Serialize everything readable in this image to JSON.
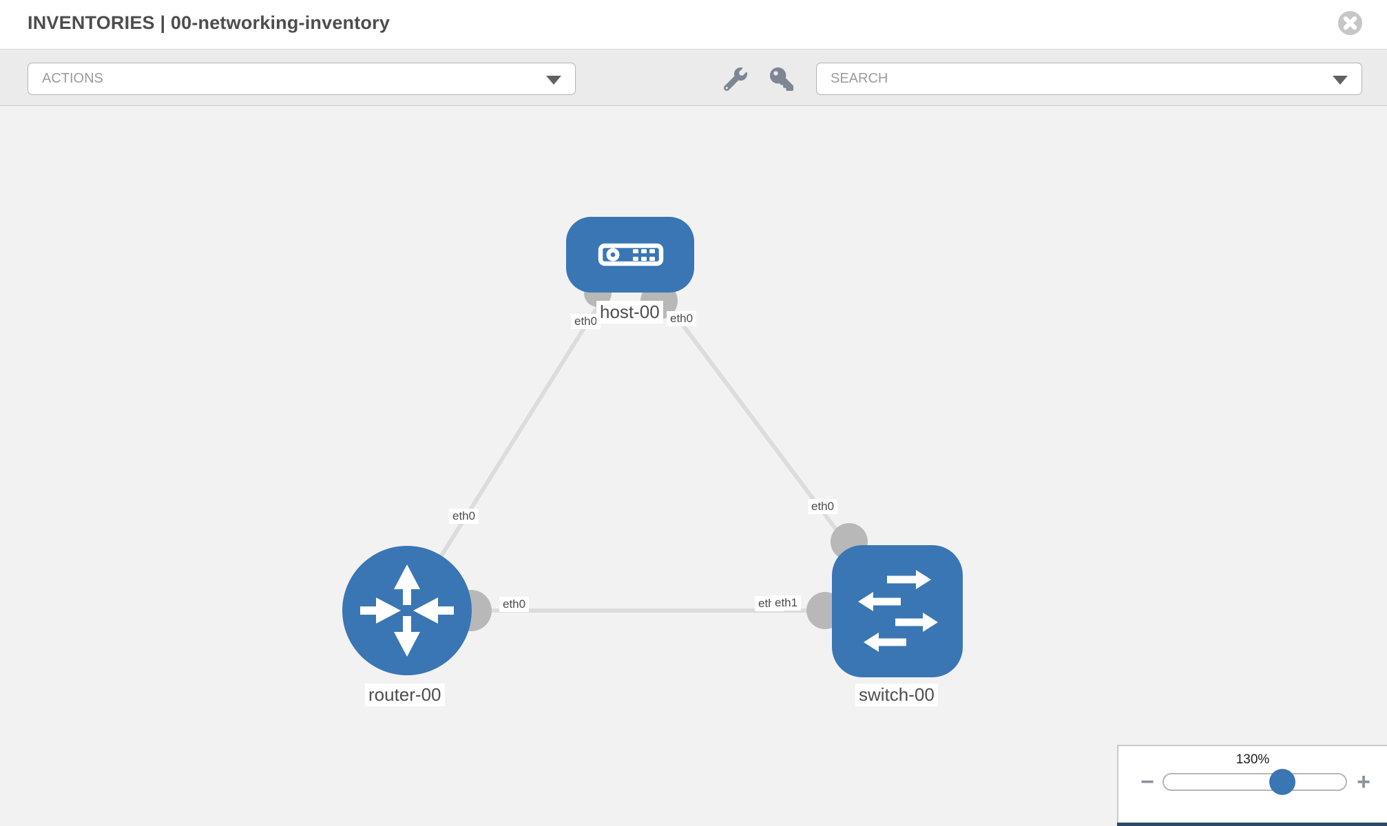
{
  "header": {
    "title": "INVENTORIES | 00-networking-inventory"
  },
  "toolbar": {
    "actions_label": "ACTIONS",
    "search_label": "SEARCH"
  },
  "icons": {
    "close": "circle-x",
    "actions_caret": "chevron-down",
    "search_caret": "chevron-down",
    "tool_1": "wrench",
    "tool_2": "key",
    "zoom_out": "minus",
    "zoom_in": "plus"
  },
  "topology": {
    "nodes": {
      "host": {
        "label": "host-00",
        "type": "host"
      },
      "router": {
        "label": "router-00",
        "type": "router"
      },
      "switch": {
        "label": "switch-00",
        "type": "switch"
      }
    },
    "interfaces": {
      "host_router_host_side": "eth0",
      "host_router_router_side": "eth0",
      "host_switch_host_side": "eth0",
      "host_switch_switch_side": "eth0",
      "router_switch_router_side": "eth0",
      "router_switch_switch_side_back": "eth0",
      "router_switch_switch_side_front": "eth1"
    }
  },
  "zoom_control": {
    "level": "130%",
    "minus": "−",
    "plus": "+"
  },
  "colors": {
    "node_blue": "#3a76b4",
    "link_gray": "#dcdcdc",
    "port_gray": "#b8b8b8",
    "canvas_bg": "#f2f2f2",
    "toolbar_bg": "#ebebeb",
    "footer_navy": "#2b4a67"
  }
}
